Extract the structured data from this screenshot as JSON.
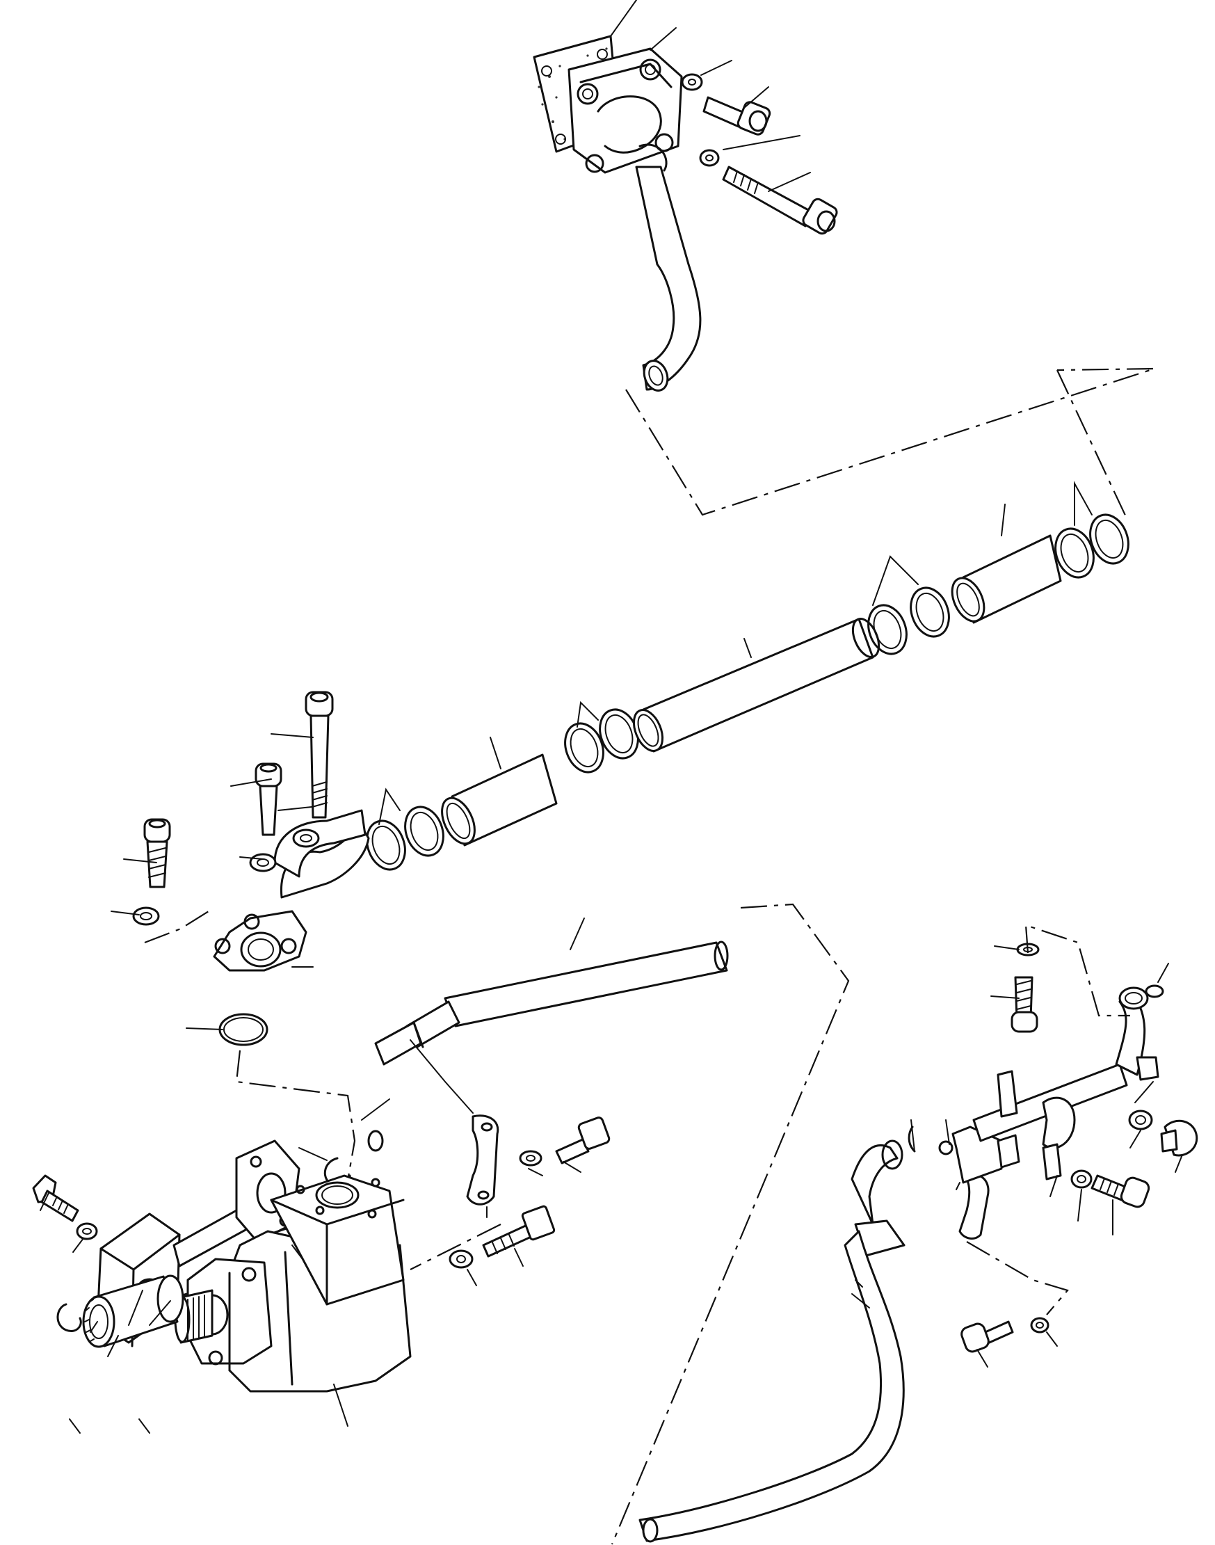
{
  "diagram": {
    "style": "exploded-parts-line-drawing",
    "background": "#ffffff",
    "ink": "#111111",
    "parts": [
      {
        "name": "gasket",
        "icon": "gasket-icon"
      },
      {
        "name": "upper-flange-elbow",
        "icon": "flange-elbow-icon"
      },
      {
        "name": "upper-suction-pipe",
        "icon": "bent-pipe-icon"
      },
      {
        "name": "rubber-hose",
        "icon": "hose-icon"
      },
      {
        "name": "hose-clamp",
        "icon": "clamp-icon"
      },
      {
        "name": "intermediate-tube",
        "icon": "tube-icon"
      },
      {
        "name": "lower-flange-elbow",
        "icon": "flange-elbow-icon"
      },
      {
        "name": "o-ring",
        "icon": "o-ring-icon"
      },
      {
        "name": "cap-screw",
        "icon": "bolt-icon"
      },
      {
        "name": "washer",
        "icon": "washer-icon"
      },
      {
        "name": "delivery-tube",
        "icon": "tube-icon"
      },
      {
        "name": "split-flange-half",
        "icon": "half-flange-icon"
      },
      {
        "name": "port-block-pipe",
        "icon": "port-block-icon"
      },
      {
        "name": "hydraulic-pump",
        "icon": "pump-icon"
      },
      {
        "name": "spline-coupling",
        "icon": "coupling-icon"
      },
      {
        "name": "snap-ring",
        "icon": "snap-ring-icon"
      },
      {
        "name": "return-pipe",
        "icon": "bent-pipe-icon"
      },
      {
        "name": "pipe-bracket",
        "icon": "bracket-icon"
      },
      {
        "name": "plug",
        "icon": "plug-icon"
      }
    ]
  }
}
